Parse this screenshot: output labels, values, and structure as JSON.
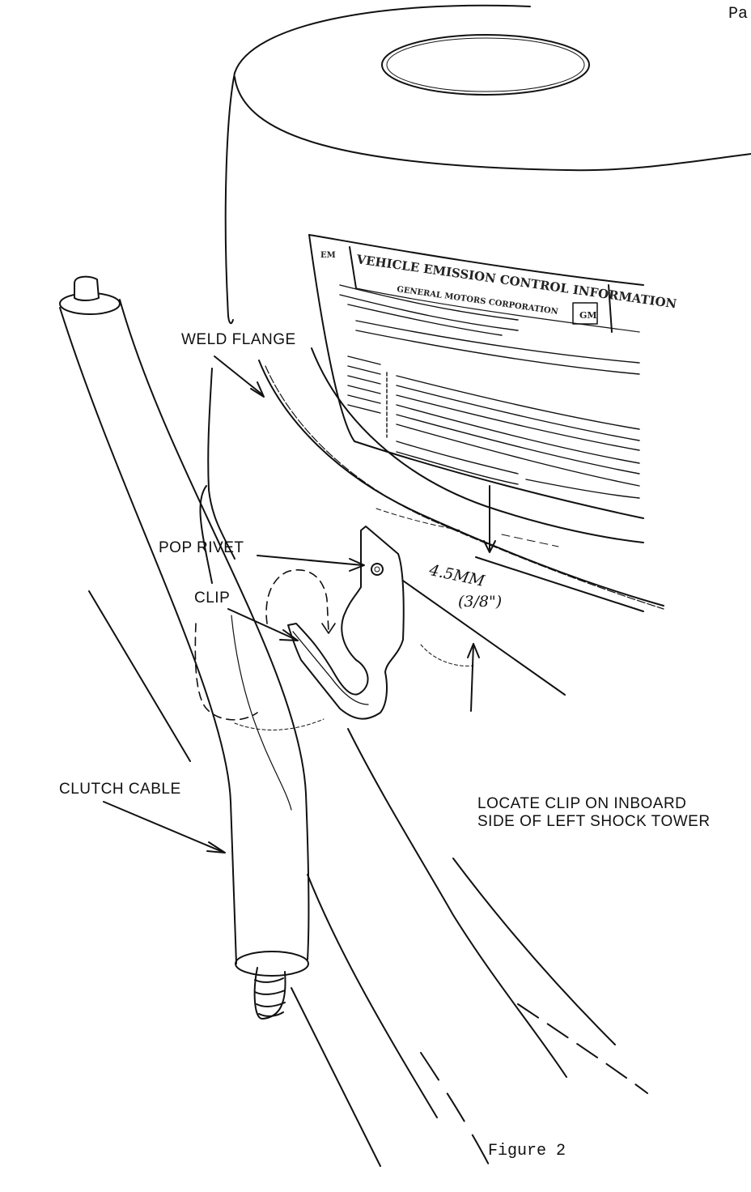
{
  "page": {
    "corner_text": "Pa",
    "caption": "Figure 2"
  },
  "callouts": {
    "weld_flange": "WELD FLANGE",
    "pop_rivet": "POP RIVET",
    "clip": "CLIP",
    "clutch_cable": "CLUTCH CABLE"
  },
  "dimension": {
    "metric": "4.5MM",
    "imperial": "(3/8\")"
  },
  "note": {
    "line1": "LOCATE CLIP ON INBOARD",
    "line2": "SIDE OF LEFT SHOCK TOWER"
  },
  "emission_label": {
    "title": "VEHICLE EMISSION CONTROL INFORMATION",
    "maker": "GENERAL MOTORS CORPORATION",
    "corner_mark": "EM",
    "logo_mark": "GM"
  },
  "colors": {
    "ink": "#111111",
    "paper": "#ffffff"
  }
}
